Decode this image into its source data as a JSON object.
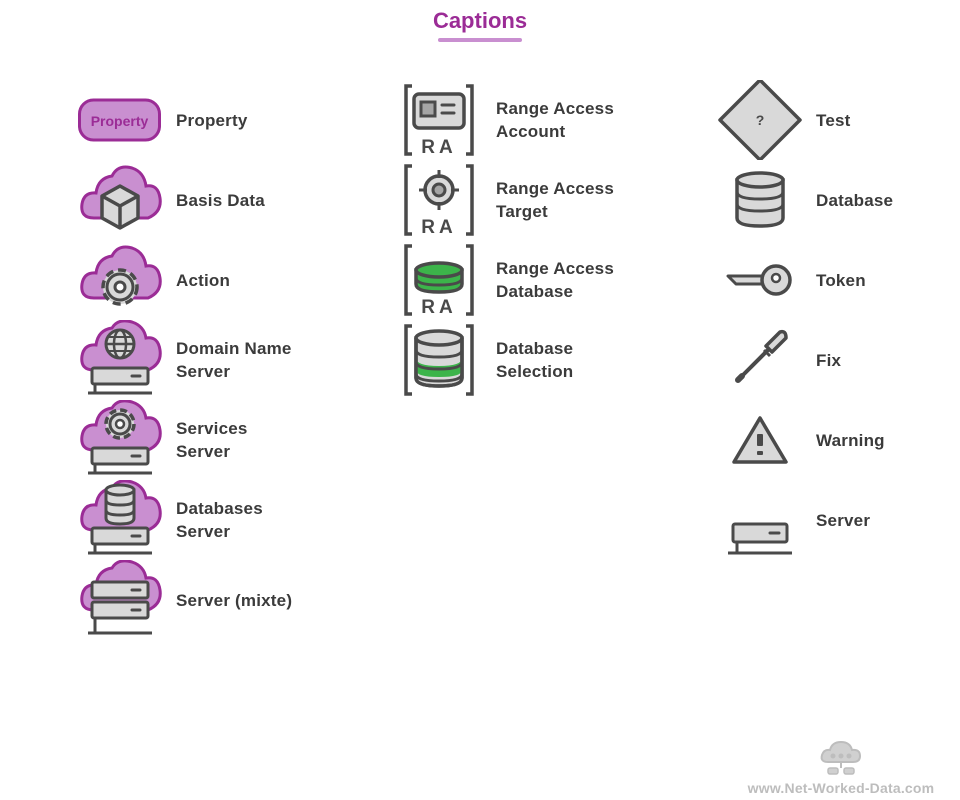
{
  "page": {
    "title": "Captions",
    "title_color": "#9b2c96",
    "underline_color": "#c98fd0"
  },
  "colors": {
    "purple_fill": "#c98fd0",
    "purple_stroke": "#9b2c96",
    "icon_gray": "#d9d9d9",
    "icon_stroke": "#4a4a4a",
    "green": "#3cb44a",
    "text": "#3b3b3b",
    "footer_text": "#bdbdbd"
  },
  "legend": {
    "left": [
      {
        "icon": "property-badge",
        "badge_text": "Property",
        "lines": [
          "Property"
        ]
      },
      {
        "icon": "basis-data-cloud-cube-icon",
        "lines": [
          "Basis Data"
        ]
      },
      {
        "icon": "action-cloud-gear-icon",
        "lines": [
          "Action"
        ]
      },
      {
        "icon": "dns-cloud-globe-server-icon",
        "lines": [
          "Domain Name",
          "Server"
        ]
      },
      {
        "icon": "services-cloud-gear-server-icon",
        "lines": [
          "Services",
          "Server"
        ]
      },
      {
        "icon": "databases-cloud-db-server-icon",
        "lines": [
          "Databases",
          "Server"
        ]
      },
      {
        "icon": "mixed-cloud-dual-server-icon",
        "lines": [
          "Server (mixte)"
        ]
      }
    ],
    "middle": [
      {
        "icon": "range-access-account-icon",
        "ra_text": "RA",
        "lines": [
          "Range Access",
          "Account"
        ]
      },
      {
        "icon": "range-access-target-icon",
        "ra_text": "RA",
        "lines": [
          "Range Access",
          "Target"
        ]
      },
      {
        "icon": "range-access-database-icon",
        "ra_text": "RA",
        "lines": [
          "Range Access",
          "Database"
        ]
      },
      {
        "icon": "database-selection-icon",
        "lines": [
          "Database",
          "Selection"
        ]
      }
    ],
    "right": [
      {
        "icon": "test-diamond-icon",
        "glyph": "?",
        "lines": [
          "Test"
        ]
      },
      {
        "icon": "database-icon",
        "lines": [
          "Database"
        ]
      },
      {
        "icon": "token-key-icon",
        "lines": [
          "Token"
        ]
      },
      {
        "icon": "fix-screwdriver-icon",
        "lines": [
          "Fix"
        ]
      },
      {
        "icon": "warning-triangle-icon",
        "lines": [
          "Warning"
        ]
      },
      {
        "icon": "server-icon",
        "lines": [
          "Server"
        ]
      }
    ]
  },
  "footer": {
    "icon": "network-cloud-logo-icon",
    "text": "www.Net-Worked-Data.com"
  }
}
